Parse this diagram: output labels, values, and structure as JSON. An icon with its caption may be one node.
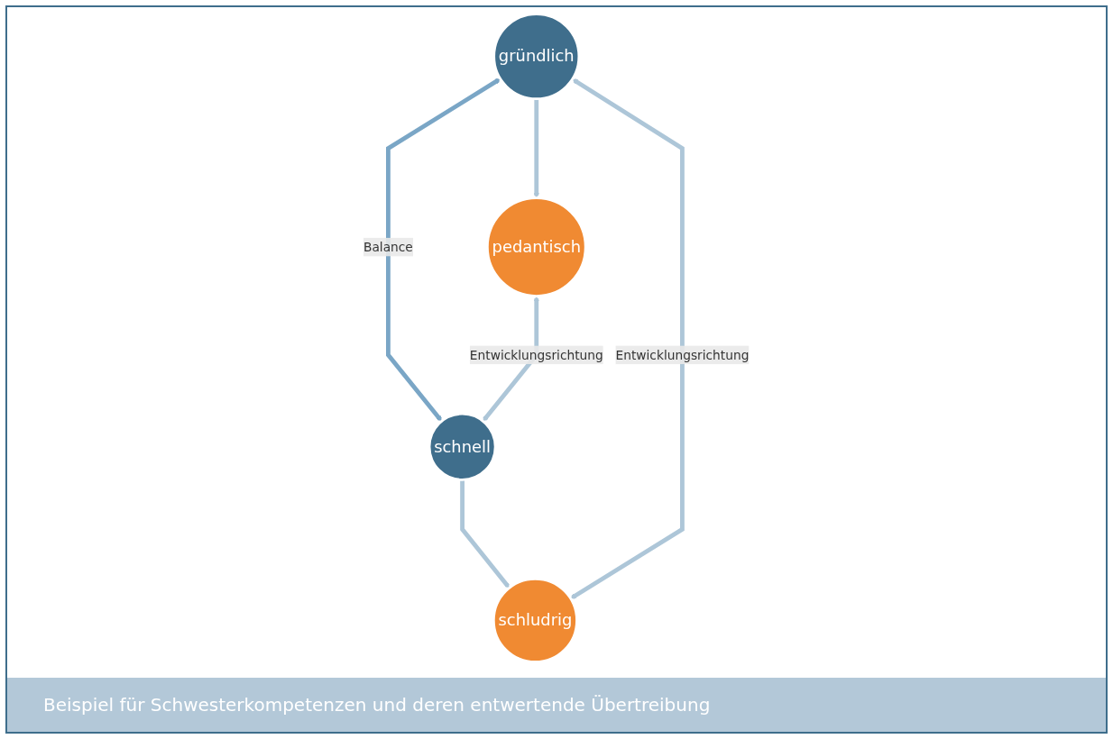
{
  "diagram": {
    "caption": "Beispiel für Schwesterkompetenzen und deren entwertende Übertreibung",
    "nodes": [
      {
        "text": [
          "gründlich"
        ]
      },
      {
        "text": [
          "schnell"
        ]
      },
      {
        "text": [
          "pedantisch"
        ]
      },
      {
        "text": [
          "schludrig"
        ]
      }
    ],
    "edges": [
      {
        "from": 0,
        "to": 1,
        "arrow": "both",
        "label": "Balance",
        "color": "#7aa6c6"
      },
      {
        "from": 0,
        "to": 2,
        "arrow": "to"
      },
      {
        "from": 1,
        "to": 3,
        "arrow": "to"
      },
      {
        "from": 0,
        "to": 3,
        "arrow": "both",
        "label": "Entwicklungsrichtung"
      },
      {
        "from": 2,
        "to": 1,
        "arrow": "both",
        "label": "Entwicklungsrichtung"
      }
    ]
  }
}
